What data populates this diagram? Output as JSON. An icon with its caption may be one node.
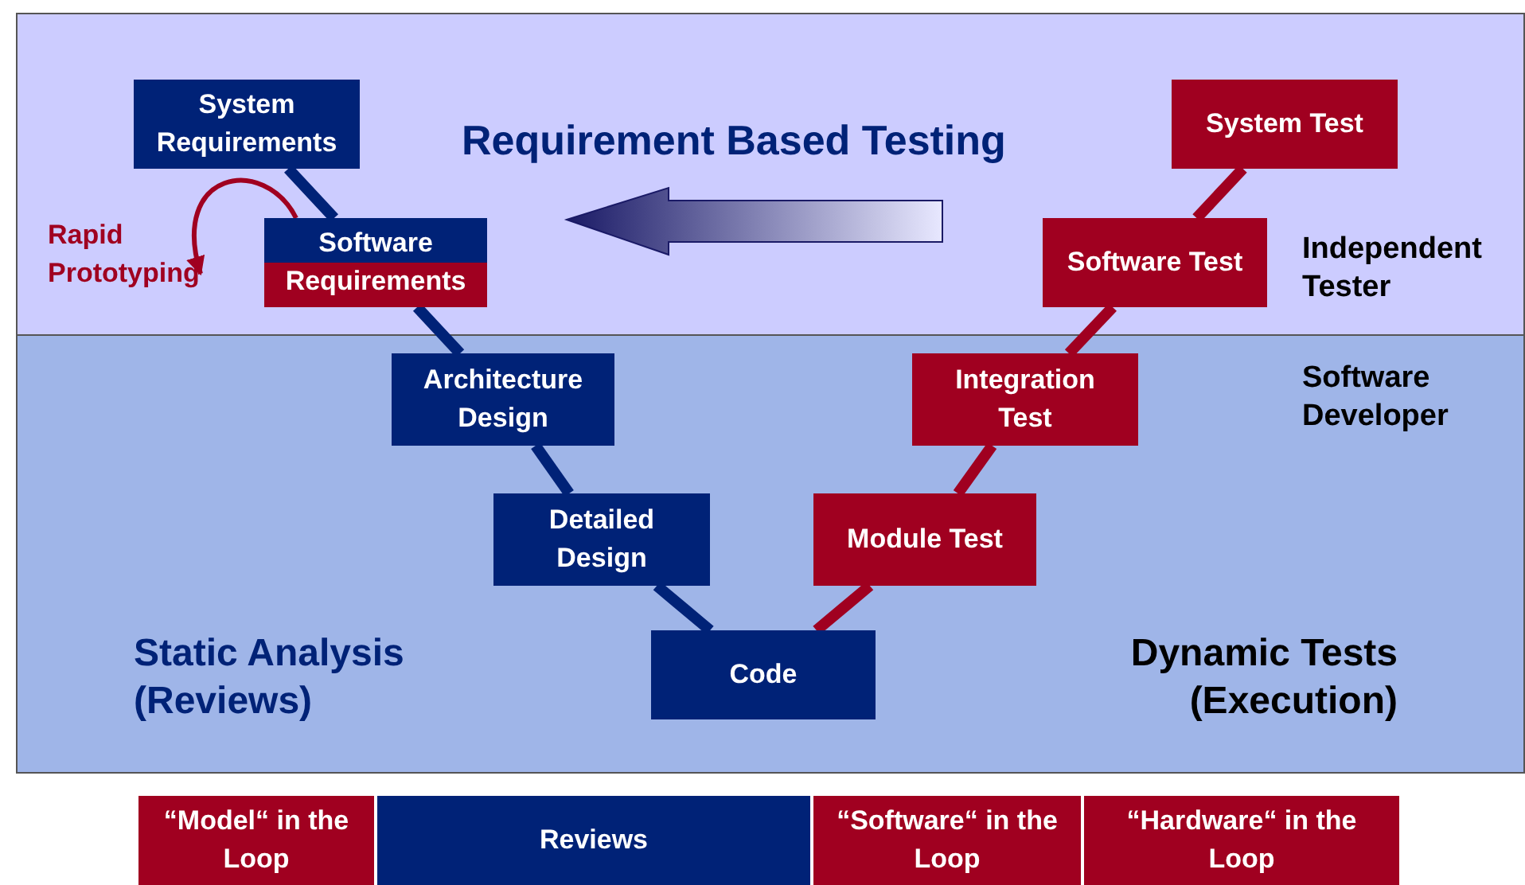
{
  "diagram": {
    "nodes": [
      {
        "text": [
          "Requirement Based Testing",
          "Independent Tester"
        ]
      },
      {
        "text": [
          "Software Developer",
          "Static Analysis (Reviews)",
          "Dynamic Tests (Execution)"
        ]
      },
      {
        "text": [
          "System Requirements"
        ],
        "in": 0
      },
      {
        "text": [
          "Software Requirements"
        ],
        "in": 0
      },
      {
        "text": [
          "Rapid Prototyping"
        ],
        "in": 0
      },
      {
        "text": [
          "Architecture Design"
        ],
        "in": 1
      },
      {
        "text": [
          "Detailed Design"
        ],
        "in": 1
      },
      {
        "text": [
          "Code"
        ],
        "in": 1
      },
      {
        "text": [
          "Module Test"
        ],
        "in": 1
      },
      {
        "text": [
          "Integration Test"
        ],
        "in": 1
      },
      {
        "text": [
          "Software Test"
        ],
        "in": 0
      },
      {
        "text": [
          "System Test"
        ],
        "in": 0
      },
      {
        "text": [
          "“Model“ in the Loop"
        ]
      },
      {
        "text": [
          "Reviews"
        ]
      },
      {
        "text": [
          "“Software“ in the Loop"
        ]
      },
      {
        "text": [
          "“Hardware“ in the Loop"
        ]
      }
    ],
    "edges": [
      {
        "from": 2,
        "to": 3,
        "arrow": "none",
        "color": "#002277"
      },
      {
        "from": 3,
        "to": 5,
        "arrow": "none",
        "color": "#002277"
      },
      {
        "from": 5,
        "to": 6,
        "arrow": "none",
        "color": "#002277"
      },
      {
        "from": 6,
        "to": 7,
        "arrow": "none",
        "color": "#002277"
      },
      {
        "from": 7,
        "to": 8,
        "arrow": "none"
      },
      {
        "from": 8,
        "to": 9,
        "arrow": "none"
      },
      {
        "from": 9,
        "to": 10,
        "arrow": "none"
      },
      {
        "from": 10,
        "to": 11,
        "arrow": "none"
      },
      {
        "from": 3,
        "to": 4,
        "arrow": "to"
      }
    ]
  }
}
